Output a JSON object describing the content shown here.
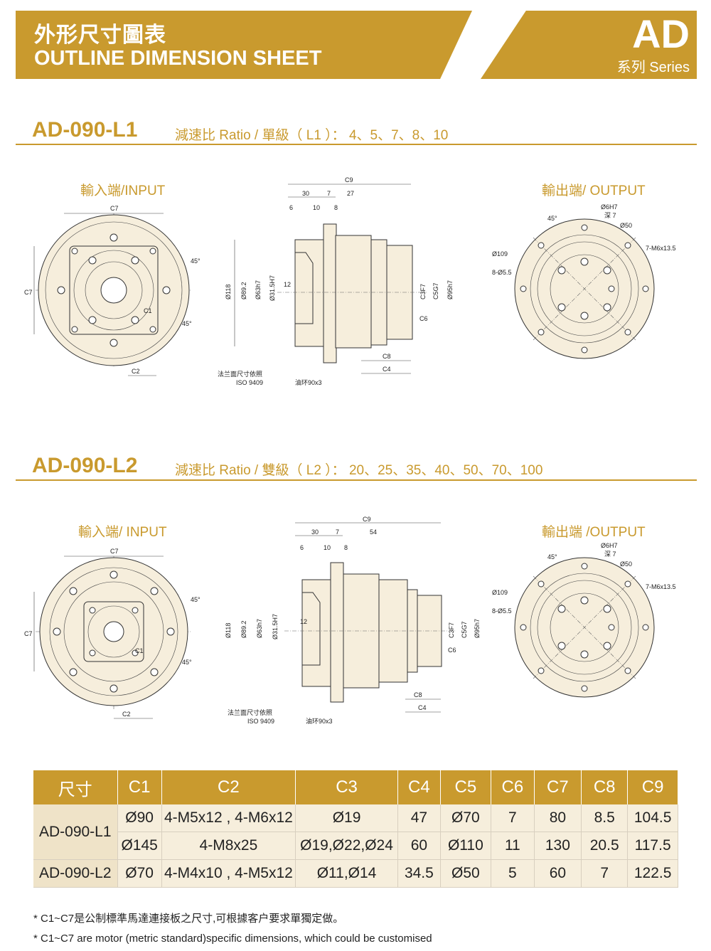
{
  "header": {
    "title_cn": "外形尺寸圖表",
    "title_en": "OUTLINE DIMENSION SHEET",
    "series_code": "AD",
    "series_label": "系列 Series"
  },
  "sections": [
    {
      "model": "AD-090-L1",
      "ratio_text": "減速比 Ratio / 單級（ L1 ）： 4、5、7、8、10",
      "input_label": "輸入端/INPUT",
      "output_label": "輸出端/ OUTPUT",
      "side_dims": {
        "c9": "C9",
        "d30": "30",
        "d7": "7",
        "d27": "27",
        "d6": "6",
        "d10": "10",
        "d8": "8",
        "phi118": "Ø118",
        "phi89": "Ø89.2",
        "phi63": "Ø63h7",
        "phi31": "Ø31.5H7",
        "d12": "12",
        "c3": "C3F7",
        "c5": "C5G7",
        "phi95": "Ø95h7",
        "c6": "C6",
        "c8": "C8",
        "c4": "C4",
        "note_flange": "法兰面尺寸依照",
        "note_iso": "ISO 9409",
        "note_oil": "油环90x3"
      }
    },
    {
      "model": "AD-090-L2",
      "ratio_text": "減速比 Ratio / 雙級（ L2 ）： 20、25、35、40、50、70、100",
      "input_label": "輸入端/ INPUT",
      "output_label": "輸出端 /OUTPUT",
      "side_dims": {
        "c9": "C9",
        "d30": "30",
        "d7": "7",
        "d27": "54",
        "d6": "6",
        "d10": "10",
        "d8": "8",
        "phi118": "Ø118",
        "phi89": "Ø89.2",
        "phi63": "Ø63h7",
        "phi31": "Ø31.5H7",
        "d12": "12",
        "c3": "C3F7",
        "c5": "C5G7",
        "phi95": "Ø95h7",
        "c6": "C6",
        "c8": "C8",
        "c4": "C4",
        "note_flange": "法兰面尺寸依照",
        "note_iso": "ISO 9409",
        "note_oil": "油环90x3"
      }
    }
  ],
  "input_dims": {
    "c7": "C7",
    "c2": "C2",
    "c1": "C1",
    "a45": "45°"
  },
  "output_dims": {
    "a45": "45°",
    "phi6": "Ø6H7",
    "depth": "深 7",
    "phi50": "Ø50",
    "m6": "7-M6x13.5",
    "phi109": "Ø109",
    "holes": "8-Ø5.5"
  },
  "table": {
    "headers": [
      "尺寸",
      "C1",
      "C2",
      "C3",
      "C4",
      "C5",
      "C6",
      "C7",
      "C8",
      "C9"
    ],
    "rows": [
      {
        "model": "AD-090-L1",
        "cells": [
          "Ø90",
          "4-M5x12 , 4-M6x12",
          "Ø19",
          "47",
          "Ø70",
          "7",
          "80",
          "8.5",
          "104.5"
        ]
      },
      {
        "model": "",
        "cells": [
          "Ø145",
          "4-M8x25",
          "Ø19,Ø22,Ø24",
          "60",
          "Ø110",
          "11",
          "130",
          "20.5",
          "117.5"
        ]
      },
      {
        "model": "AD-090-L2",
        "cells": [
          "Ø70",
          "4-M4x10 , 4-M5x12",
          "Ø11,Ø14",
          "34.5",
          "Ø50",
          "5",
          "60",
          "7",
          "122.5"
        ]
      }
    ]
  },
  "notes": [
    "* C1~C7是公制標準馬達連接板之尺寸,可根據客户要求單獨定做。",
    "* C1~C7 are motor (metric standard)specific dimensions, which could be customised"
  ],
  "colors": {
    "brand_gold": "#C99A2E",
    "part_fill": "#F6EEDC"
  }
}
